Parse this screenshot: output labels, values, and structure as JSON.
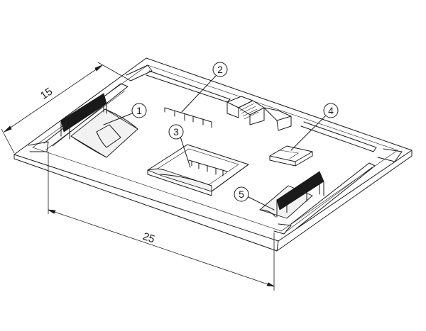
{
  "dimensions": [
    {
      "id": "width",
      "text": "25"
    },
    {
      "id": "depth",
      "text": "15"
    }
  ],
  "callouts": [
    {
      "id": "1",
      "text": "1"
    },
    {
      "id": "2",
      "text": "2"
    },
    {
      "id": "3",
      "text": "3"
    },
    {
      "id": "4",
      "text": "4"
    },
    {
      "id": "5",
      "text": "5"
    }
  ],
  "colors": {
    "line": "#1a1a1a",
    "background": "#ffffff"
  }
}
